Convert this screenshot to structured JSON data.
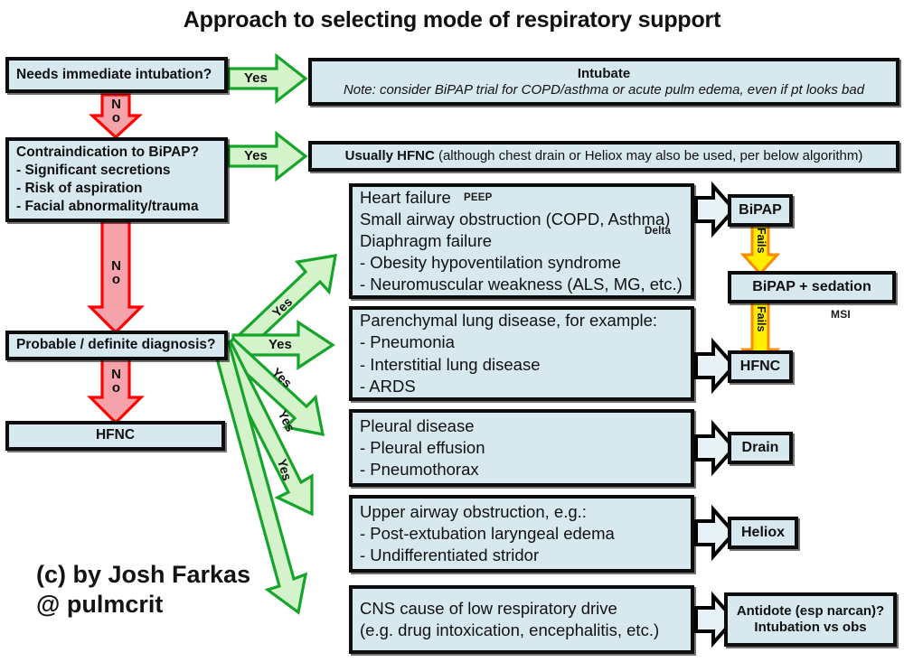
{
  "title": "Approach to selecting mode of respiratory support",
  "credit": {
    "line1": "(c) by Josh Farkas",
    "line2": "@ pulmcrit"
  },
  "colors": {
    "box_fill": "#d7e9ef",
    "box_border": "#0d0d0d",
    "green_arrow_fill": "#d5f3cb",
    "green_arrow_stroke": "#14a52a",
    "red_arrow_fill": "#f6a2ab",
    "red_arrow_stroke": "#ff0000",
    "yellow_arrow_fill": "#ffee00",
    "yellow_arrow_stroke": "#ff8a00",
    "white_arrow_fill": "#e8f1f5",
    "white_arrow_stroke": "#000000",
    "text": "#111111"
  },
  "decisions": [
    {
      "id": "needs-intubation",
      "text": "Needs immediate intubation?"
    },
    {
      "id": "contraindication-bipap",
      "heading": "Contraindication to BiPAP?",
      "items": [
        "- Significant secretions",
        "- Risk of aspiration",
        "- Facial abnormality/trauma"
      ]
    },
    {
      "id": "probable-diagnosis",
      "text": "Probable / definite diagnosis?"
    },
    {
      "id": "hfnc-default",
      "text": "HFNC"
    }
  ],
  "top_results": [
    {
      "id": "intubate",
      "line1": "Intubate",
      "line2": "Note: consider BiPAP trial for COPD/asthma or acute pulm edema, even if pt looks bad"
    },
    {
      "id": "usually-hfnc",
      "bold_part": "Usually HFNC",
      "rest_part": " (although chest drain or Heliox may also be used, per below algorithm)"
    }
  ],
  "diagnosis_boxes": [
    {
      "id": "bipap-indications",
      "lines": [
        "Heart failure",
        "Small airway obstruction (COPD, Asthma)",
        "Diaphragm failure",
        " - Obesity hypoventilation syndrome",
        " - Neuromuscular weakness (ALS, MG, etc.)"
      ],
      "annotations": [
        "PEEP",
        "Delta"
      ],
      "outcome": "BiPAP"
    },
    {
      "id": "parenchymal",
      "lines": [
        "Parenchymal lung disease, for example:",
        " - Pneumonia",
        " - Interstitial lung disease",
        " - ARDS"
      ],
      "outcome": "HFNC"
    },
    {
      "id": "pleural",
      "lines": [
        "Pleural disease",
        " - Pleural effusion",
        " - Pneumothorax"
      ],
      "outcome": "Drain"
    },
    {
      "id": "upper-airway",
      "lines": [
        "Upper airway obstruction, e.g.:",
        " - Post-extubation laryngeal edema",
        " - Undifferentiated stridor"
      ],
      "outcome": "Heliox"
    },
    {
      "id": "cns-cause",
      "lines": [
        "CNS cause of low respiratory drive",
        "(e.g. drug intoxication, encephalitis, etc.)"
      ],
      "outcome_line1": "Antidote (esp narcan)?",
      "outcome_line2": "Intubation vs obs"
    }
  ],
  "escalation": {
    "boxes": [
      {
        "id": "bipap",
        "label": "BiPAP"
      },
      {
        "id": "bipap-sedation",
        "label": "BiPAP + sedation"
      },
      {
        "id": "hfnc",
        "label": "HFNC"
      }
    ],
    "fail_labels": [
      "Fails",
      "Fails"
    ],
    "side_annotation": "MSI"
  },
  "edge_labels": {
    "no": "No",
    "yes": "Yes"
  },
  "chart_data": {
    "type": "diagram-flowchart",
    "nodes": 16,
    "edges": 14
  }
}
